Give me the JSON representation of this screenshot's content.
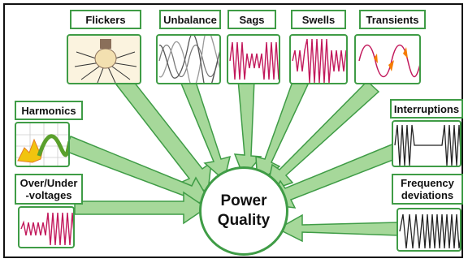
{
  "center": {
    "line1": "Power",
    "line2": "Quality"
  },
  "categories": {
    "flickers": "Flickers",
    "unbalance": "Unbalance",
    "sags": "Sags",
    "swells": "Swells",
    "transients": "Transients",
    "harmonics": "Harmonics",
    "over_under_line1": "Over/Under",
    "over_under_line2": "-voltages",
    "interruptions": "Interruptions",
    "frequency_line1": "Frequency",
    "frequency_line2": "deviations"
  },
  "colors": {
    "arrow_fill": "#a6d89a",
    "arrow_stroke": "#3f9c46",
    "waveform": "#c2185b",
    "waveform_dark": "#222222"
  },
  "icons": {
    "flickers": "flickering-bulb-icon",
    "unbalance": "three-phase-wave-icon",
    "sags": "voltage-sag-wave-icon",
    "swells": "voltage-swell-wave-icon",
    "transients": "transient-wave-icon",
    "harmonics": "harmonic-wave-icon",
    "over_under": "over-under-voltage-wave-icon",
    "interruptions": "interruption-wave-icon",
    "frequency": "frequency-deviation-wave-icon"
  }
}
